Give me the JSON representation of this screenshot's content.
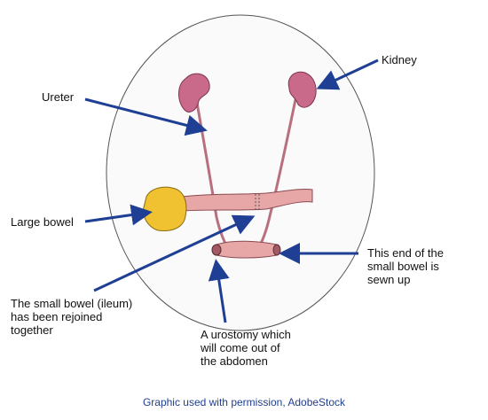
{
  "labels": {
    "kidney": "Kidney",
    "ureter": "Ureter",
    "large_bowel": "Large bowel",
    "sewn_end": "This end of the\nsmall bowel is\nsewn up",
    "ileum": "The small bowel (ileum)\nhas been rejoined\ntogether",
    "urostomy": "A urostomy which\nwill come out of\nthe abdomen"
  },
  "credit": "Graphic used with permission, AdobeStock",
  "colors": {
    "arrow": "#1f3f95",
    "kidney": "#c96a8a",
    "bowel": "#e7a7a7",
    "large_bowel": "#f0c232",
    "circle": "#555555",
    "credit": "#1f3f8f"
  }
}
